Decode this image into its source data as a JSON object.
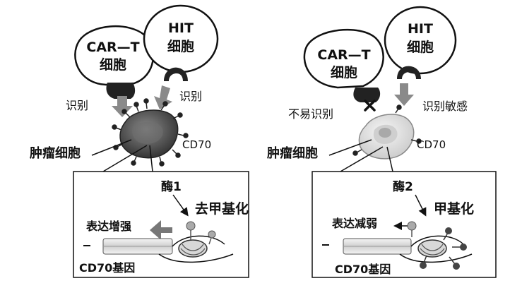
{
  "left_panel": {
    "car_t_cell": [
      "CAR—T",
      "细胞"
    ],
    "hit_cell": [
      "HIT",
      "细胞"
    ],
    "car_t_recognition": "识别",
    "hit_recognition": "识别",
    "tumor_label": "肿瘤细胞",
    "marker": "CD70",
    "enzyme": "酶1",
    "modification": "去甲基化",
    "expression": "表达增强",
    "gene": "CD70基因"
  },
  "right_panel": {
    "car_t_cell": [
      "CAR—T",
      "细胞"
    ],
    "hit_cell": [
      "HIT",
      "细胞"
    ],
    "car_t_recognition": "不易识别",
    "hit_recognition": "识别敏感",
    "tumor_label": "肿瘤细胞",
    "marker": "CD70",
    "enzyme": "酶2",
    "modification": "甲基化",
    "expression": "表达减弱",
    "gene": "CD70基因"
  },
  "colors": {
    "line": "#111111",
    "arrow_gray": "#8a8a8a",
    "tumor_dark": "#5a5a5a",
    "tumor_light": "#e3e3e3",
    "dna_stripe": "#dcdcdc",
    "marker_dot": "#333333"
  }
}
